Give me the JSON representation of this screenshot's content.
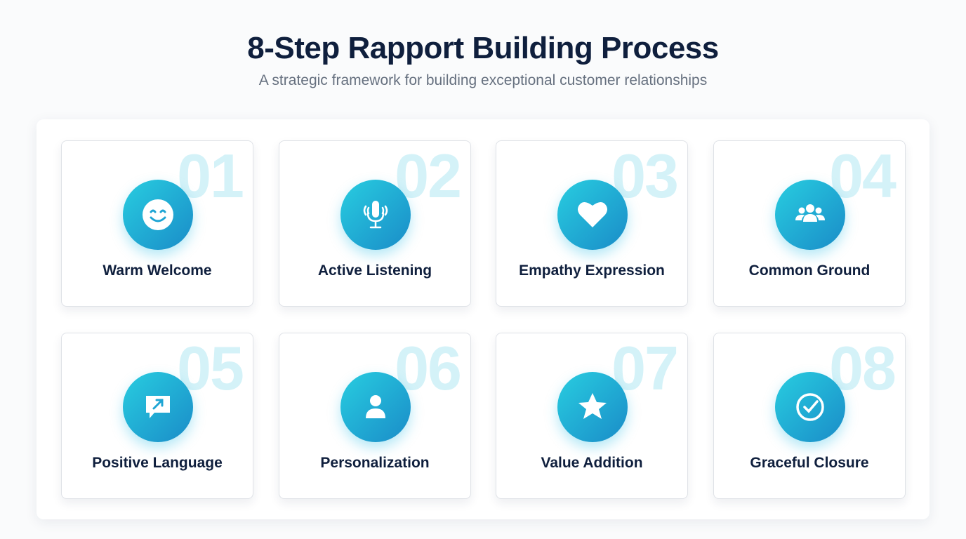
{
  "header": {
    "title": "8-Step Rapport Building Process",
    "subtitle": "A strategic framework for building exceptional customer relationships"
  },
  "steps": [
    {
      "number": "01",
      "label": "Warm Welcome",
      "icon": "smile-icon"
    },
    {
      "number": "02",
      "label": "Active Listening",
      "icon": "microphone-icon"
    },
    {
      "number": "03",
      "label": "Empathy Expression",
      "icon": "heart-icon"
    },
    {
      "number": "04",
      "label": "Common Ground",
      "icon": "users-icon"
    },
    {
      "number": "05",
      "label": "Positive Language",
      "icon": "chat-arrow-icon"
    },
    {
      "number": "06",
      "label": "Personalization",
      "icon": "user-icon"
    },
    {
      "number": "07",
      "label": "Value Addition",
      "icon": "star-icon"
    },
    {
      "number": "08",
      "label": "Graceful Closure",
      "icon": "check-circle-icon"
    }
  ],
  "colors": {
    "accent_start": "#28cde0",
    "accent_end": "#1a8cc8",
    "number": "#d4f2f8",
    "text": "#0f1f3d"
  }
}
